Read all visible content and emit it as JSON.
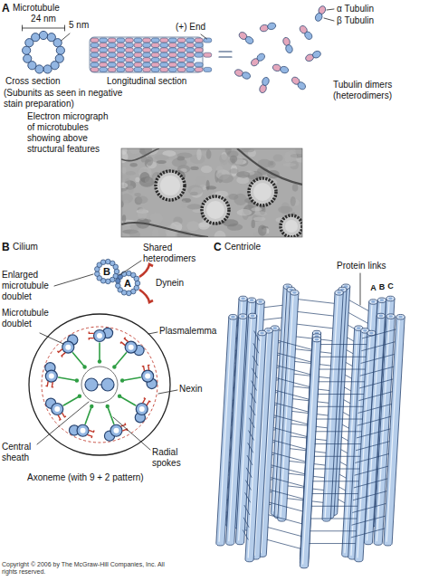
{
  "diagram": {
    "labels": [
      "A",
      "Microtubule",
      "24 nm",
      "5 nm",
      "(+) End",
      "α Tubulin",
      "β Tubulin",
      "Cross section",
      "Longitudinal section",
      "Tubulin dimers (heterodimers)",
      "(Subunits as seen in negative stain preparation)",
      "Electron micrograph of microtubules showing above structural features",
      "B",
      "Cilium",
      "Shared heterodimers",
      "B",
      "A",
      "Dynein",
      "Enlarged microtubule doublet",
      "Microtubule doublet",
      "Plasmalemma",
      "Nexin",
      "Central sheath",
      "Radial spokes",
      "Axoneme (with 9 + 2 pattern)",
      "C",
      "Centriole",
      "Protein links",
      "A",
      "B",
      "C",
      "Copyright © 2006 by The McGraw-Hill Companies, Inc. All rights reserved."
    ]
  }
}
